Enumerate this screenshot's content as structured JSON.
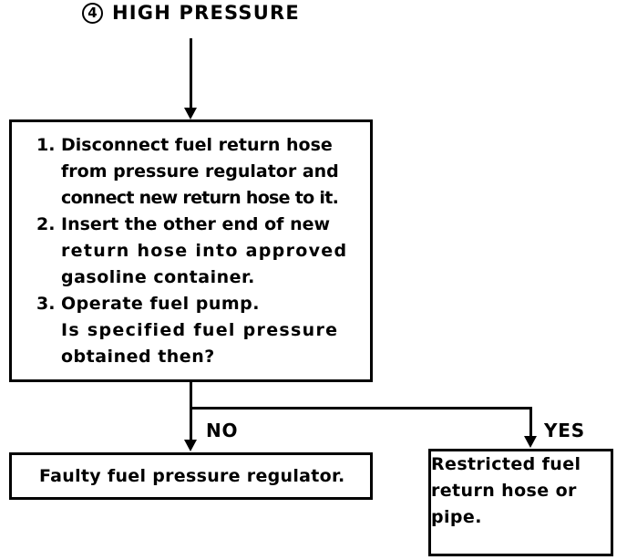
{
  "diagram": {
    "title": {
      "marker": "4",
      "text": "HIGH PRESSURE"
    },
    "procedure_box": {
      "steps": [
        {
          "number": "1.",
          "lines": [
            "Disconnect fuel return hose",
            "from pressure regulator and",
            "connect new return hose to it."
          ]
        },
        {
          "number": "2.",
          "lines": [
            "Insert the other end of new",
            "return hose into approved",
            "gasoline container."
          ]
        },
        {
          "number": "3.",
          "lines": [
            "Operate fuel pump.",
            "Is specified fuel pressure",
            "obtained then?"
          ]
        }
      ]
    },
    "branches": {
      "no_label": "NO",
      "yes_label": "YES"
    },
    "results": {
      "no_outcome": "Faulty fuel pressure regulator.",
      "yes_outcome": {
        "line1": "Restricted fuel",
        "line2": "return hose or",
        "line3": "pipe."
      }
    },
    "colors": {
      "ink": "#000000",
      "paper": "#ffffff"
    }
  }
}
